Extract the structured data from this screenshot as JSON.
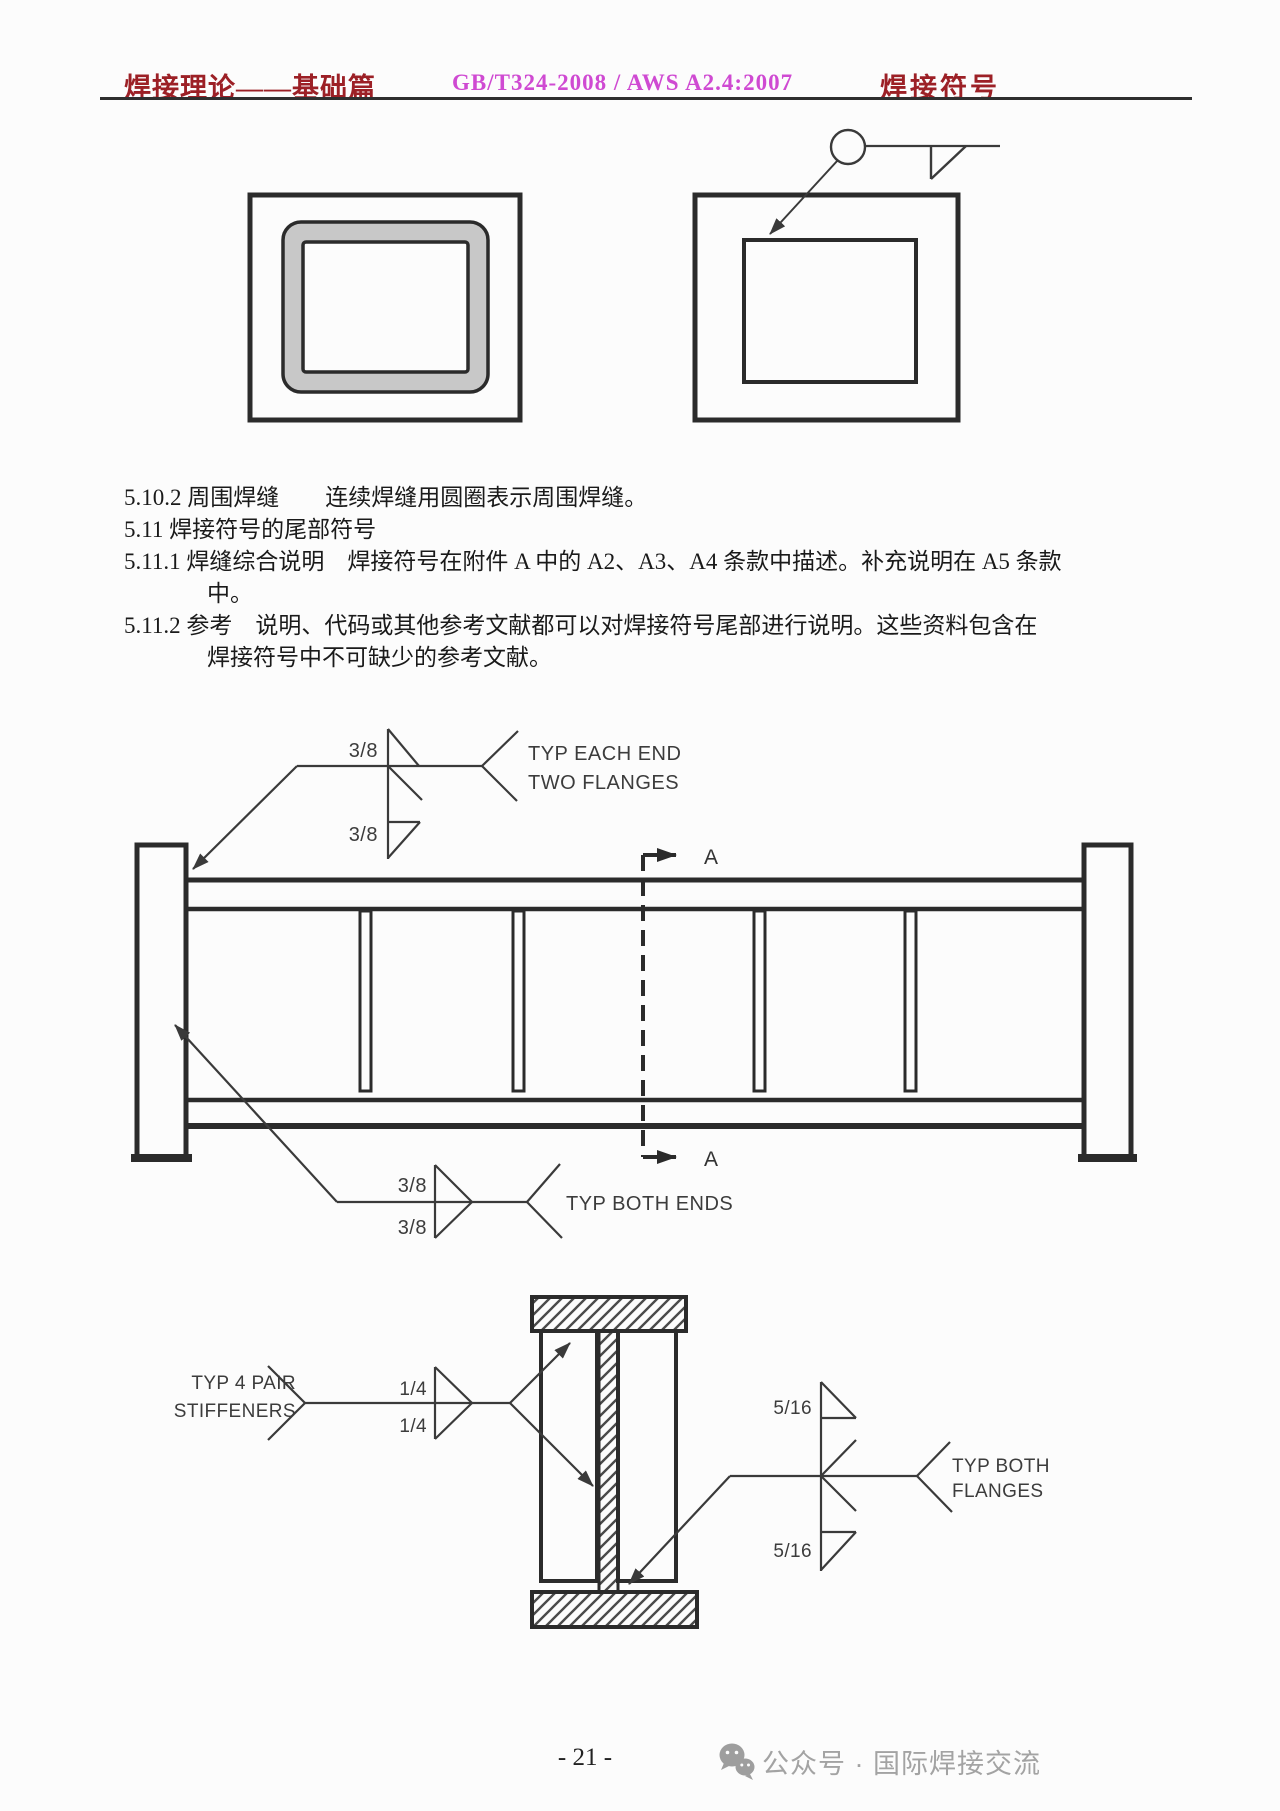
{
  "header": {
    "left": "焊接理论——基础篇",
    "center": "GB/T324-2008 / AWS A2.4:2007",
    "right": "焊接符号"
  },
  "paragraphs": [
    {
      "text": "5.10.2 周围焊缝　　连续焊缝用圆圈表示周围焊缝。",
      "indent": false
    },
    {
      "text": "5.11 焊接符号的尾部符号",
      "indent": false
    },
    {
      "text": "5.11.1 焊缝综合说明　焊接符号在附件 A 中的 A2、A3、A4 条款中描述。补充说明在 A5 条款",
      "indent": false
    },
    {
      "text": "中。",
      "indent": true
    },
    {
      "text": "5.11.2 参考　说明、代码或其他参考文献都可以对焊接符号尾部进行说明。这些资料包含在",
      "indent": false
    },
    {
      "text": "焊接符号中不可缺少的参考文献。",
      "indent": true
    }
  ],
  "beam": {
    "size_top_upper": "3/8",
    "size_top_lower": "3/8",
    "tail_top_1": "TYP EACH END",
    "tail_top_2": "TWO FLANGES",
    "size_bottom_upper": "3/8",
    "size_bottom_lower": "3/8",
    "tail_bottom": "TYP  BOTH ENDS",
    "section_a_top": "A",
    "section_a_bottom": "A"
  },
  "section": {
    "tail_left_1": "TYP 4 PAIR",
    "tail_left_2": "STIFFENERS",
    "size_left_upper": "1/4",
    "size_left_lower": "1/4",
    "size_right_upper": "5/16",
    "size_right_lower": "5/16",
    "tail_right_1": "TYP BOTH",
    "tail_right_2": "FLANGES"
  },
  "footer": {
    "page_number": "- 21 -",
    "wechat_label": "公众号 · 国际焊接交流"
  },
  "colors": {
    "header_red": "#9c2026",
    "header_magenta": "#cf4ad2",
    "line_dark": "#2b2b2b",
    "line_mid": "#3a3a3a",
    "tube_gray": "#c8c8c8",
    "footer_gray": "#a3a3a3"
  }
}
